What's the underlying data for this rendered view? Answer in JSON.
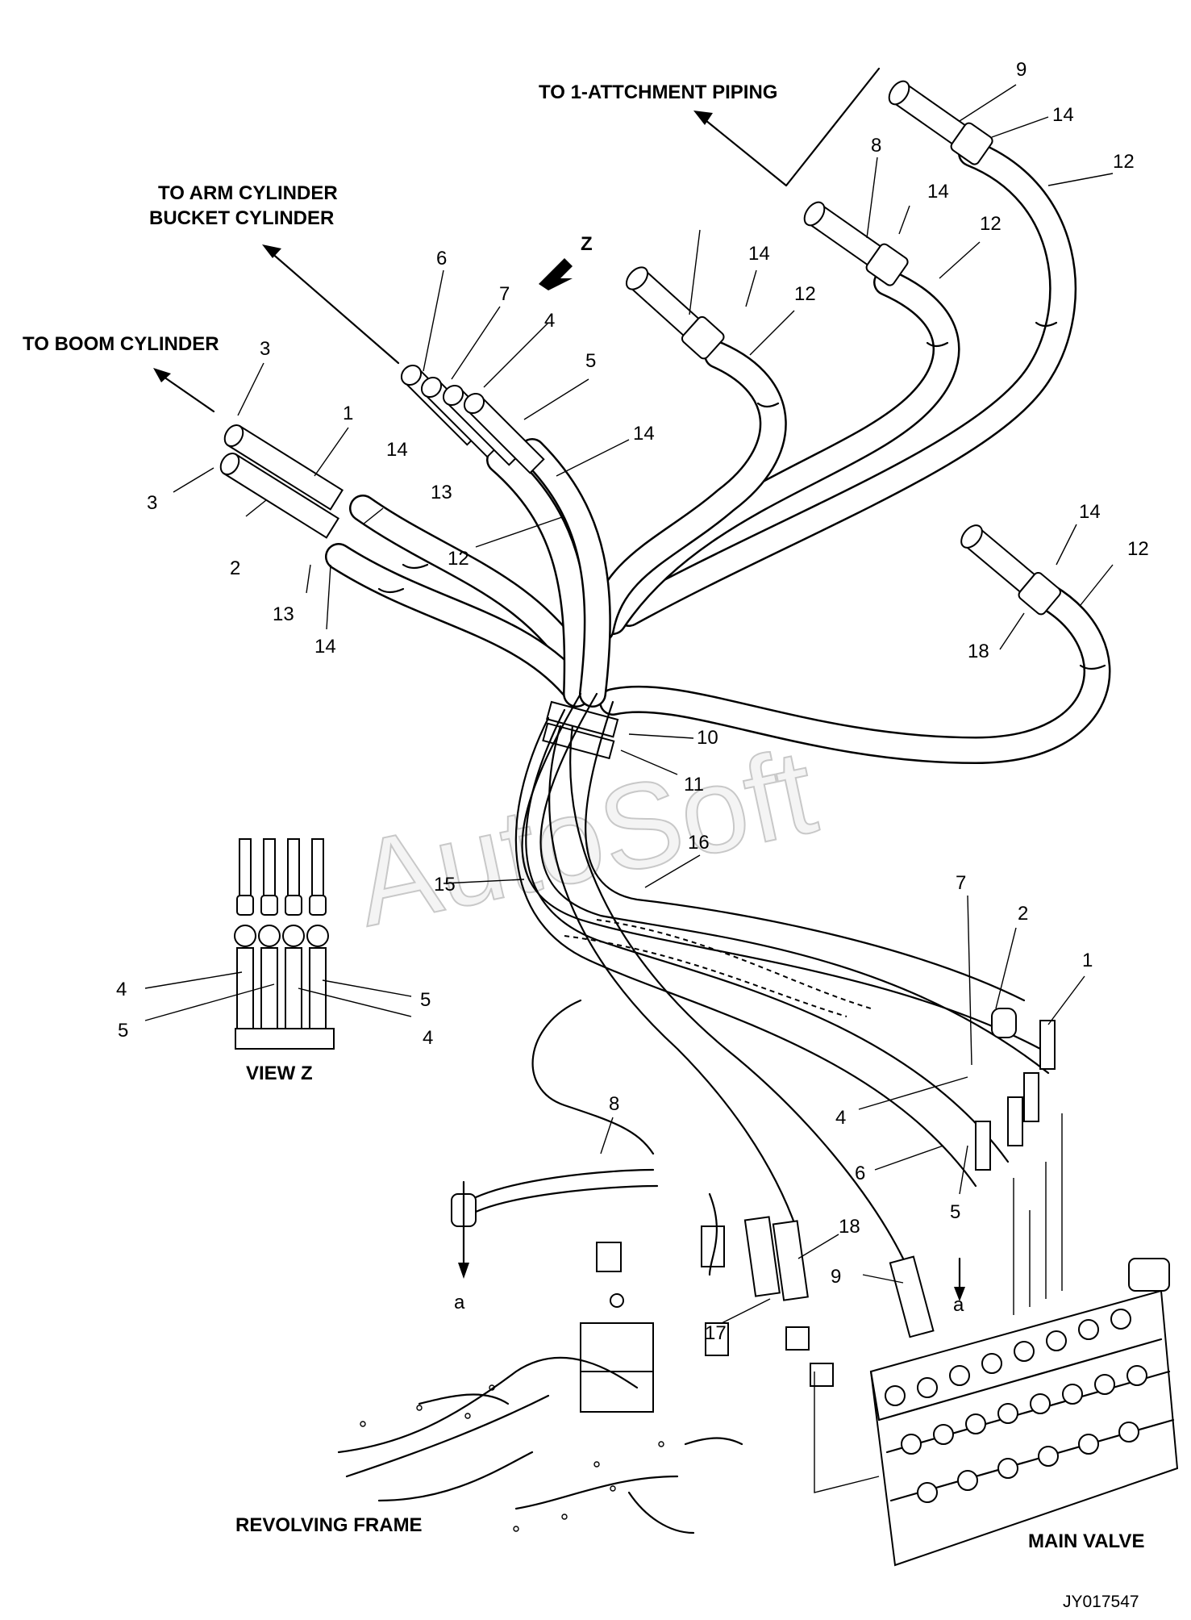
{
  "labels": {
    "to_attachment": "TO 1-ATTCHMENT PIPING",
    "to_arm_1": "TO ARM CYLINDER",
    "to_arm_2": "BUCKET CYLINDER",
    "to_boom": "TO BOOM CYLINDER",
    "z_marker": "Z",
    "view_z": "VIEW Z",
    "revolving_frame": "REVOLVING FRAME",
    "main_valve": "MAIN VALVE",
    "ref_a": "a",
    "drawing_code": "JY017547",
    "watermark": "AutoSoft"
  },
  "callouts": [
    {
      "key": "c9a",
      "text": "9"
    },
    {
      "key": "c14a",
      "text": "14"
    },
    {
      "key": "c12a",
      "text": "12"
    },
    {
      "key": "c8a",
      "text": "8"
    },
    {
      "key": "c14b",
      "text": "14"
    },
    {
      "key": "c12b",
      "text": "12"
    },
    {
      "key": "c14c",
      "text": "14"
    },
    {
      "key": "c12c",
      "text": "12"
    },
    {
      "key": "c6a",
      "text": "6"
    },
    {
      "key": "c7a",
      "text": "7"
    },
    {
      "key": "c4a",
      "text": "4"
    },
    {
      "key": "c5a",
      "text": "5"
    },
    {
      "key": "c14d",
      "text": "14"
    },
    {
      "key": "c12d",
      "text": "12"
    },
    {
      "key": "c3a",
      "text": "3"
    },
    {
      "key": "c1a",
      "text": "1"
    },
    {
      "key": "c14e",
      "text": "14"
    },
    {
      "key": "c13a",
      "text": "13"
    },
    {
      "key": "c3b",
      "text": "3"
    },
    {
      "key": "c2a",
      "text": "2"
    },
    {
      "key": "c13b",
      "text": "13"
    },
    {
      "key": "c14f",
      "text": "14"
    },
    {
      "key": "c14g",
      "text": "14"
    },
    {
      "key": "c12e",
      "text": "12"
    },
    {
      "key": "c18a",
      "text": "18"
    },
    {
      "key": "c10",
      "text": "10"
    },
    {
      "key": "c11",
      "text": "11"
    },
    {
      "key": "c16",
      "text": "16"
    },
    {
      "key": "c15",
      "text": "15"
    },
    {
      "key": "c7b",
      "text": "7"
    },
    {
      "key": "c2b",
      "text": "2"
    },
    {
      "key": "c1b",
      "text": "1"
    },
    {
      "key": "cz4a",
      "text": "4"
    },
    {
      "key": "cz5a",
      "text": "5"
    },
    {
      "key": "cz5b",
      "text": "5"
    },
    {
      "key": "cz4b",
      "text": "4"
    },
    {
      "key": "c8b",
      "text": "8"
    },
    {
      "key": "c4b",
      "text": "4"
    },
    {
      "key": "c6b",
      "text": "6"
    },
    {
      "key": "c5b",
      "text": "5"
    },
    {
      "key": "c18b",
      "text": "18"
    },
    {
      "key": "c9b",
      "text": "9"
    },
    {
      "key": "c17",
      "text": "17"
    }
  ]
}
